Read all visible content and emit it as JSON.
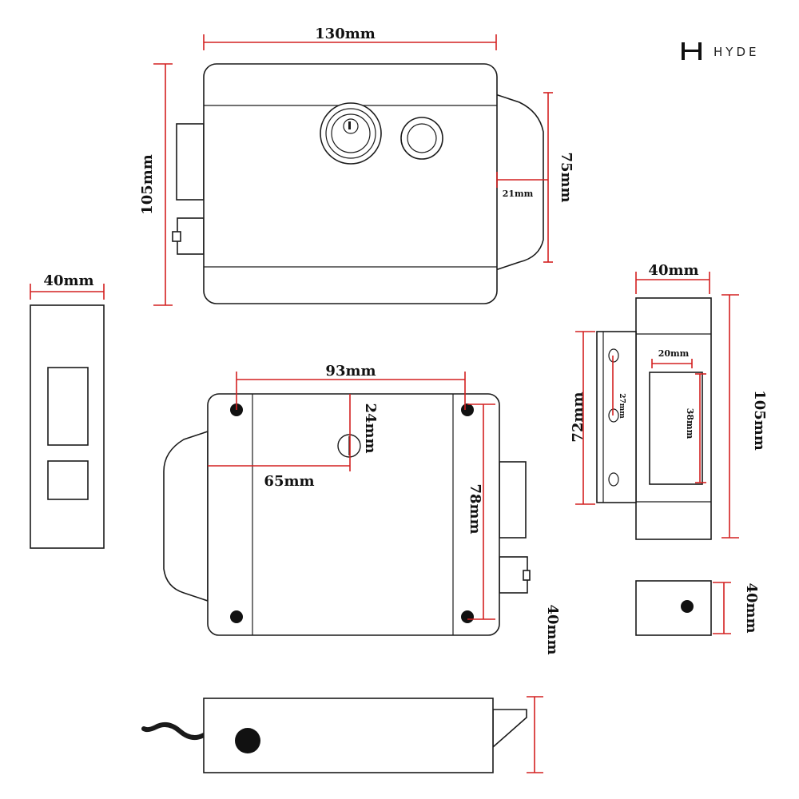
{
  "brand": {
    "name": "HYDE",
    "icon": "hyde-logo-icon"
  },
  "colors": {
    "dimension_line": "#d42020",
    "outline": "#1a1a1a",
    "background": "#ffffff"
  },
  "front_view": {
    "width": "130mm",
    "height": "105mm",
    "door_frame": "75mm",
    "offset": "21mm"
  },
  "strike_plate_front": {
    "width": "40mm"
  },
  "back_view": {
    "hole_spacing_x": "93mm",
    "hole_spacing_y": "78mm",
    "cylinder_vertical": "24mm",
    "cylinder_horizontal": "65mm",
    "depth": "40mm"
  },
  "keeper_side": {
    "width": "40mm",
    "height": "105mm",
    "plate_height": "72mm",
    "opening_width": "20mm",
    "opening_height": "38mm",
    "hole_spacing": "27mm"
  },
  "keeper_bottom": {
    "depth": "40mm"
  },
  "bottom_view": {
    "depth": "40mm"
  }
}
